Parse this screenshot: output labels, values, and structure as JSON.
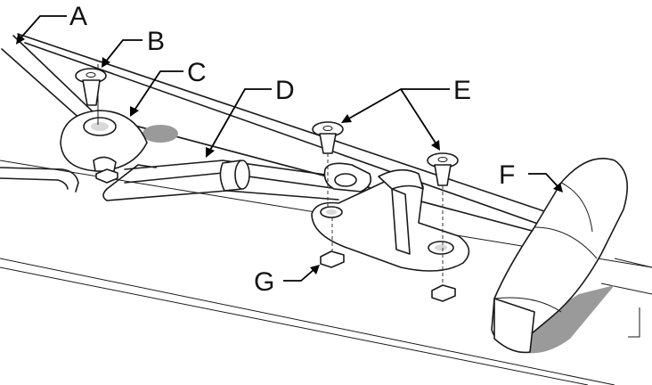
{
  "diagram": {
    "labels": {
      "a": "A",
      "b": "B",
      "c": "C",
      "d": "D",
      "e": "E",
      "f": "F",
      "g": "G"
    }
  }
}
